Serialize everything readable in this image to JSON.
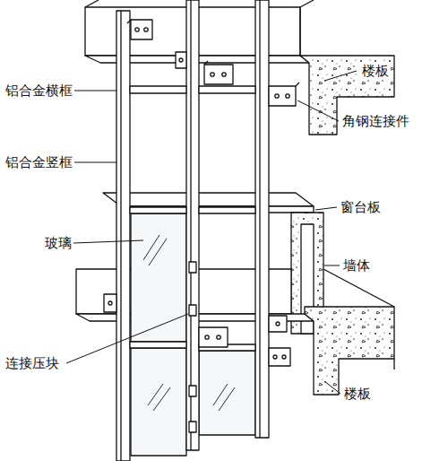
{
  "diagram": {
    "labels": [
      "楼板",
      "铝合金横框",
      "角钢连接件",
      "铝合金竖框",
      "窗台板",
      "玻璃",
      "墙体",
      "连接压块",
      "楼板"
    ]
  }
}
